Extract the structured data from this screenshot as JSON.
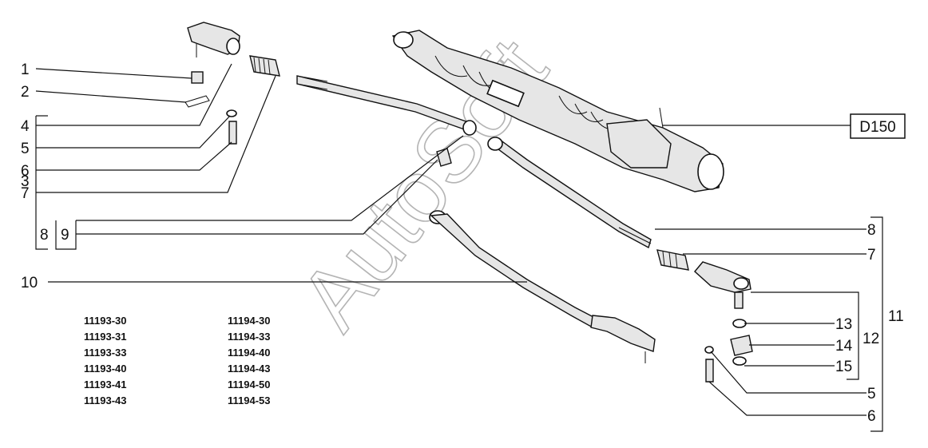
{
  "ref_box": {
    "label": "D150"
  },
  "callouts_left": [
    {
      "id": "c1",
      "label": "1"
    },
    {
      "id": "c2",
      "label": "2"
    },
    {
      "id": "c4",
      "label": "4"
    },
    {
      "id": "c5",
      "label": "5"
    },
    {
      "id": "c6",
      "label": "6"
    },
    {
      "id": "c7",
      "label": "7"
    },
    {
      "id": "c8",
      "label": "8"
    },
    {
      "id": "c9",
      "label": "9"
    },
    {
      "id": "c3",
      "label": "3"
    },
    {
      "id": "c10",
      "label": "10"
    }
  ],
  "callouts_right": [
    {
      "id": "r8",
      "label": "8"
    },
    {
      "id": "r7",
      "label": "7"
    },
    {
      "id": "r13",
      "label": "13"
    },
    {
      "id": "r14",
      "label": "14"
    },
    {
      "id": "r15",
      "label": "15"
    },
    {
      "id": "r5",
      "label": "5"
    },
    {
      "id": "r6",
      "label": "6"
    },
    {
      "id": "r12",
      "label": "12"
    },
    {
      "id": "r11",
      "label": "11"
    }
  ],
  "model_codes": {
    "col1": [
      "11193-30",
      "11193-31",
      "11193-33",
      "11193-40",
      "11193-41",
      "11193-43"
    ],
    "col2": [
      "11194-30",
      "11194-33",
      "11194-40",
      "11194-43",
      "11194-50",
      "11194-53"
    ]
  },
  "watermark": "AutoSoft",
  "colors": {
    "ink": "#111111",
    "watermark": "#b4b4b4",
    "background": "#ffffff"
  }
}
